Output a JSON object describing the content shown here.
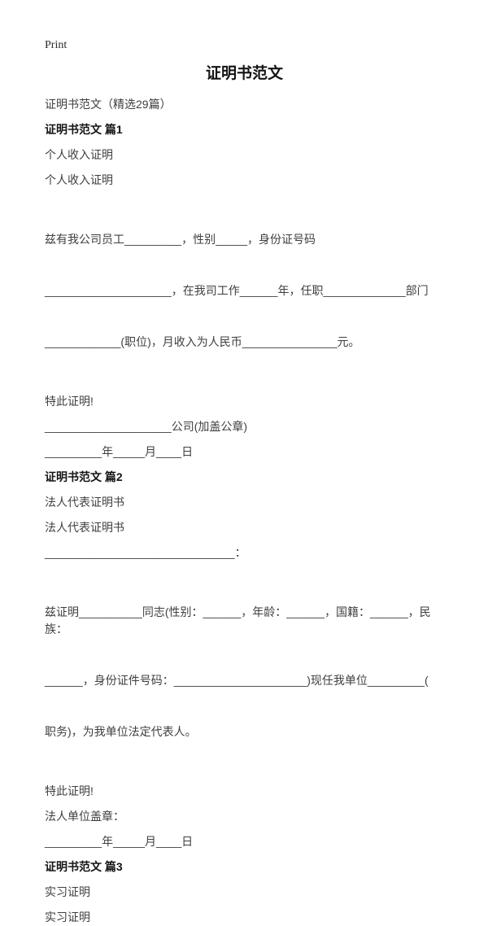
{
  "toolbar": {
    "print_label": "Print"
  },
  "document": {
    "title": "证明书范文",
    "intro": "证明书范文（精选29篇）",
    "sections": [
      {
        "heading": "证明书范文 篇1",
        "paragraphs": [
          "个人收入证明",
          "个人收入证明",
          [
            "兹有我公司员工_________，性别_____，身份证号码",
            "____________________，在我司工作______年，任职_____________部门",
            "____________(职位)，月收入为人民币_______________元。"
          ],
          "特此证明!",
          "____________________公司(加盖公章)",
          "_________年_____月____日"
        ]
      },
      {
        "heading": "证明书范文 篇2",
        "paragraphs": [
          "法人代表证明书",
          "法人代表证明书",
          "______________________________：",
          [
            "兹证明__________同志(性别：______，年龄：______，国籍：______，民族：",
            "______，身份证件号码：_____________________)现任我单位_________(",
            "职务)，为我单位法定代表人。"
          ],
          "特此证明!",
          "法人单位盖章：",
          "_________年_____月____日"
        ]
      },
      {
        "heading": "证明书范文 篇3",
        "paragraphs": [
          "实习证明",
          "实习证明"
        ]
      }
    ]
  }
}
